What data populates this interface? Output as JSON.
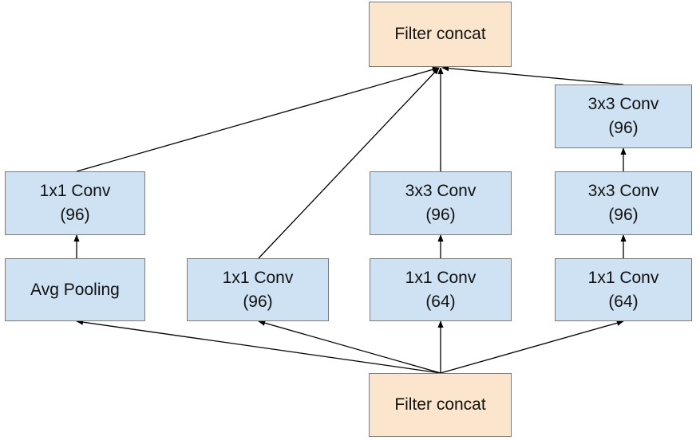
{
  "nodes": {
    "concat_top": {
      "title": "Filter concat"
    },
    "concat_bottom": {
      "title": "Filter concat"
    },
    "b1_conv": {
      "title": "1x1 Conv",
      "sub": "(96)"
    },
    "b1_pool": {
      "title": "Avg Pooling"
    },
    "b2_conv": {
      "title": "1x1 Conv",
      "sub": "(96)"
    },
    "b3_conv3": {
      "title": "3x3 Conv",
      "sub": "(96)"
    },
    "b3_conv1": {
      "title": "1x1 Conv",
      "sub": "(64)"
    },
    "b4_conv3a": {
      "title": "3x3 Conv",
      "sub": "(96)"
    },
    "b4_conv3b": {
      "title": "3x3 Conv",
      "sub": "(96)"
    },
    "b4_conv1": {
      "title": "1x1 Conv",
      "sub": "(64)"
    }
  },
  "colors": {
    "conv_fill": "#cfe2f3",
    "concat_fill": "#fce5cd",
    "border": "#7a7a7a",
    "arrow": "#000000"
  }
}
